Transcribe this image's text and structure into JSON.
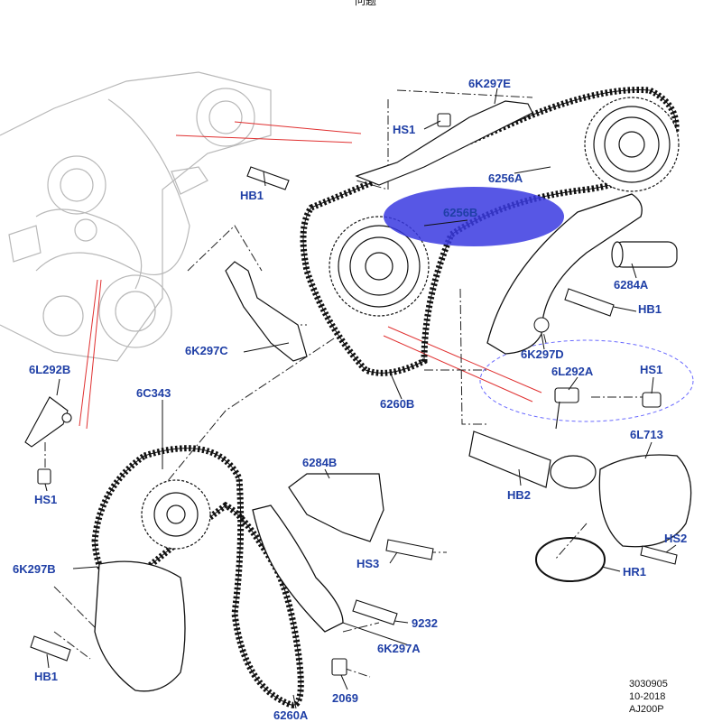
{
  "header_text": "问题",
  "part_labels": [
    "6K297E",
    "HS1",
    "HB1",
    "6256A",
    "6256B",
    "6284A",
    "HB1",
    "6K297C",
    "6K297D",
    "6L292B",
    "6L292A",
    "HS1",
    "6260B",
    "6C343",
    "HS1",
    "6284B",
    "6L713",
    "HB2",
    "HS2",
    "6K297B",
    "HS3",
    "HR1",
    "9232",
    "6K297A",
    "HB1",
    "2069",
    "6260A"
  ],
  "footer": {
    "drawing_number": "3030905",
    "date": "10-2018",
    "model_code": "AJ200P"
  },
  "colors": {
    "label": "#1f3fa6",
    "highlight": "#3a3ae0",
    "callout_line": "#e03030",
    "line_art": "#1a1a1a",
    "ghost_art": "#b0b0b0"
  }
}
